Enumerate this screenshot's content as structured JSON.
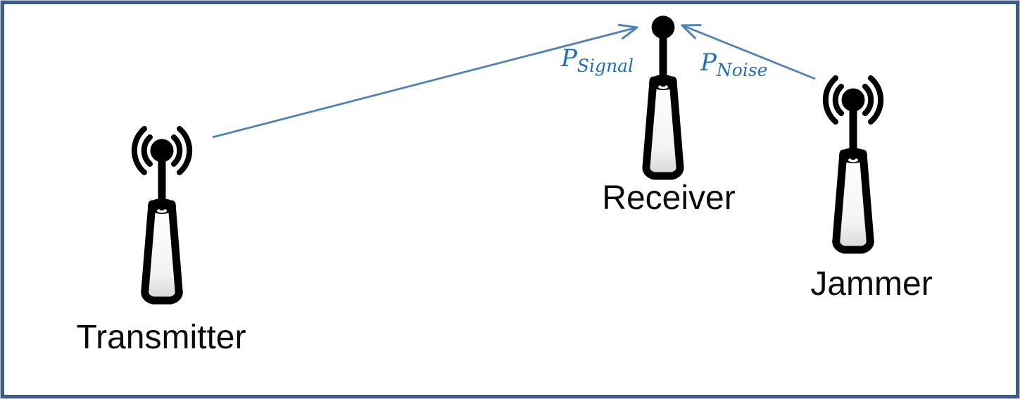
{
  "diagram": {
    "nodes": [
      {
        "id": "transmitter",
        "label": "Transmitter",
        "icon": "radio-tower-broadcast-icon"
      },
      {
        "id": "receiver",
        "label": "Receiver",
        "icon": "antenna-tower-icon"
      },
      {
        "id": "jammer",
        "label": "Jammer",
        "icon": "radio-tower-broadcast-icon"
      }
    ],
    "links": [
      {
        "from": "transmitter",
        "to": "receiver",
        "symbol": "P",
        "subscript": "Signal"
      },
      {
        "from": "jammer",
        "to": "receiver",
        "symbol": "P",
        "subscript": "Noise"
      }
    ],
    "colors": {
      "background": "#ffffff",
      "frame_border": "#3d5c8e",
      "frame_halo": "#b9c6da",
      "arrow": "#4f81bd",
      "math_label": "#1e6fc0",
      "icon": "#000000"
    }
  }
}
